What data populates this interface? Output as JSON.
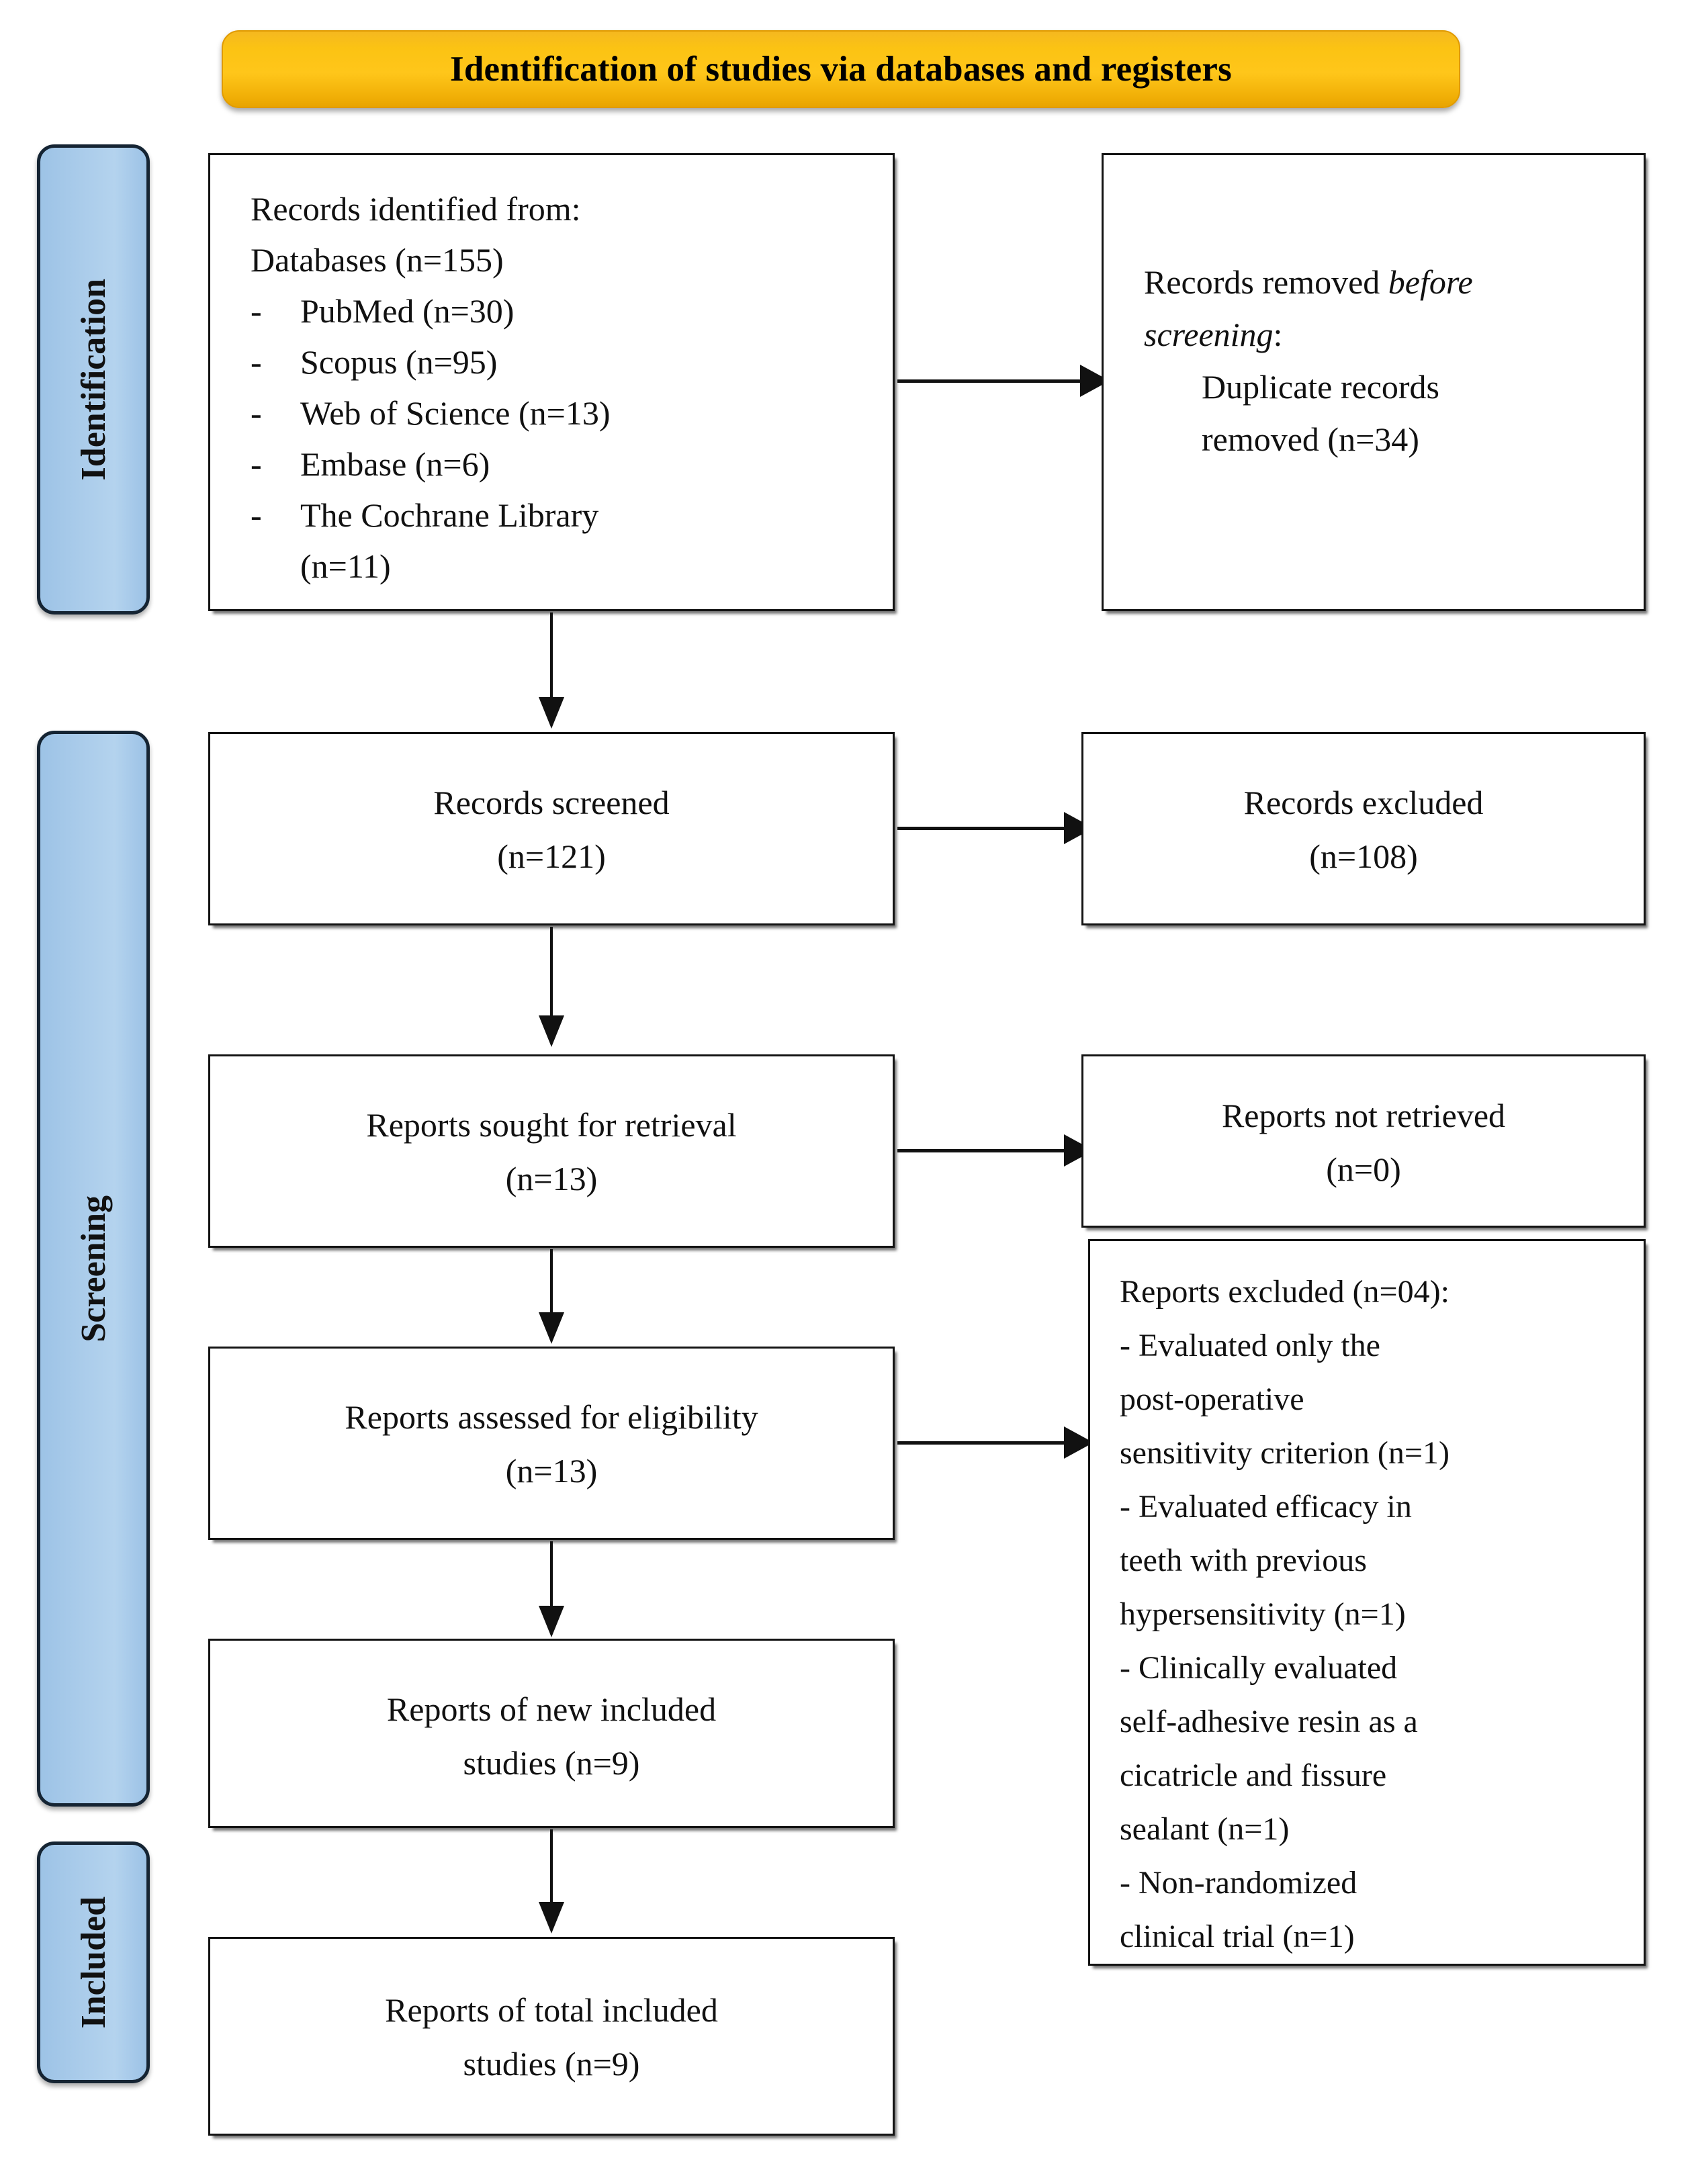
{
  "banner": {
    "title": "Identification of studies via databases and registers"
  },
  "rails": [
    {
      "key": "identification",
      "label": "Identification"
    },
    {
      "key": "screening",
      "label": "Screening"
    },
    {
      "key": "included",
      "label": "Included"
    }
  ],
  "boxes": {
    "records_identified": {
      "heading": "Records identified from:",
      "subheading": "Databases (n=155)",
      "sources": [
        {
          "dash": "-",
          "text": "PubMed (n=30)"
        },
        {
          "dash": "-",
          "text": "Scopus (n=95)"
        },
        {
          "dash": "-",
          "text": "Web of Science (n=13)"
        },
        {
          "dash": "-",
          "text": "Embase (n=6)"
        },
        {
          "dash": "-",
          "text": "The Cochrane Library"
        }
      ],
      "sources_tail": "(n=11)"
    },
    "records_removed": {
      "line1_a": "Records removed ",
      "line1_b": "before",
      "line2_a": "screening",
      "line2_b": ":",
      "line3": "Duplicate records",
      "line4": "removed (n=34)"
    },
    "records_screened": {
      "line1": "Records screened",
      "line2": "(n=121)"
    },
    "records_excluded": {
      "line1": "Records excluded",
      "line2": "(n=108)"
    },
    "reports_sought": {
      "line1": "Reports sought for retrieval",
      "line2": "(n=13)"
    },
    "reports_not_retrieved": {
      "line1": "Reports not retrieved",
      "line2": "(n=0)"
    },
    "reports_assessed": {
      "line1": "Reports assessed for eligibility",
      "line2": "(n=13)"
    },
    "reports_excluded": {
      "heading": "Reports excluded (n=04):",
      "lines": [
        "- Evaluated only the",
        "post-operative",
        "sensitivity criterion (n=1)",
        "- Evaluated efficacy in",
        "teeth with previous",
        "hypersensitivity (n=1)",
        "- Clinically evaluated",
        "self-adhesive resin as a",
        "cicatricle and fissure",
        "sealant (n=1)",
        "- Non-randomized",
        "clinical trial (n=1)"
      ]
    },
    "reports_new_included": {
      "line1": "Reports of new included",
      "line2": "studies (n=9)"
    },
    "reports_total_included": {
      "line1": "Reports of total included",
      "line2": "studies (n=9)"
    }
  },
  "colors": {
    "banner_fill": "#FFC61A",
    "rail_fill": "#A9CBEA",
    "rail_border": "#152433",
    "box_border": "#131313",
    "connector": "#111111"
  }
}
